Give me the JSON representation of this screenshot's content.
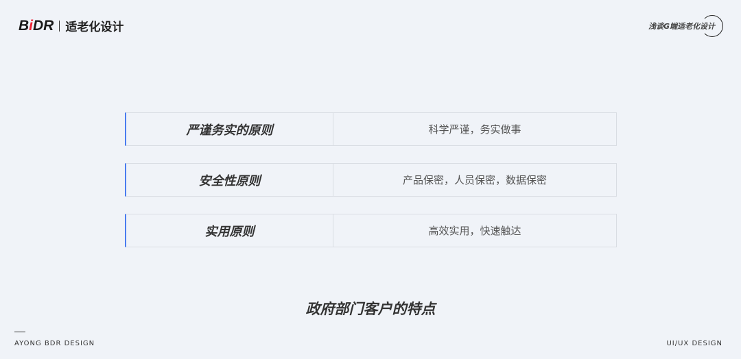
{
  "header": {
    "logo": "BiDR",
    "title": "适老化设计",
    "series_label": "浅谈G端适老化设计"
  },
  "principles": [
    {
      "name": "严谨务实的原则",
      "desc": "科学严谨，务实做事"
    },
    {
      "name": "安全性原则",
      "desc": "产品保密，人员保密，数据保密"
    },
    {
      "name": "实用原则",
      "desc": "高效实用，快速触达"
    }
  ],
  "caption": "政府部门客户的特点",
  "footer": {
    "left": "AYONG BDR DESIGN",
    "right": "UI/UX DESIGN"
  },
  "colors": {
    "accent": "#4a7cf0",
    "background": "#f0f3f8"
  }
}
